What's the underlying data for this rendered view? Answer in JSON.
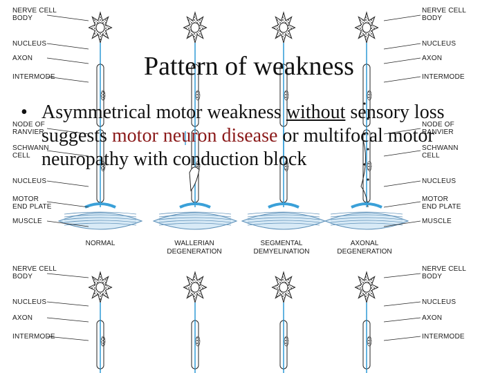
{
  "slide": {
    "title": "Pattern of weakness",
    "bullet_symbol": "•",
    "bullet": {
      "part1": "Asymmetrical motor weakness ",
      "part2_underlined": "without",
      "part3": " sensory loss suggests ",
      "part4_red": "motor neuron disease",
      "part5": " or multifocal motor neuropathy with conduction block"
    },
    "accent_color": "#8b1a1a"
  },
  "figure": {
    "left_labels_top": [
      "NERVE CELL",
      "BODY",
      "NUCLEUS",
      "AXON",
      "INTERMODE",
      "NODE OF",
      "RANVIER",
      "SCHWANN",
      "CELL",
      "NUCLEUS",
      "MOTOR",
      "END PLATE",
      "MUSCLE"
    ],
    "right_labels_top": [
      "NERVE CELL",
      "BODY",
      "NUCLEUS",
      "AXON",
      "INTERMODE",
      "NODE OF",
      "RANVIER",
      "SCHWANN",
      "CELL",
      "NUCLEUS",
      "MOTOR",
      "END PLATE",
      "MUSCLE"
    ],
    "captions": [
      {
        "line1": "NORMAL",
        "line2": ""
      },
      {
        "line1": "WALLERIAN",
        "line2": "DEGENERATION"
      },
      {
        "line1": "SEGMENTAL",
        "line2": "DEMYELINATION"
      },
      {
        "line1": "AXONAL",
        "line2": "DEGENERATION"
      }
    ],
    "left_labels_bottom": [
      "NERVE CELL",
      "BODY",
      "NUCLEUS",
      "AXON",
      "INTERMODE"
    ],
    "right_labels_bottom": [
      "NERVE CELL",
      "BODY",
      "NUCLEUS",
      "AXON",
      "INTERMODE"
    ],
    "axon_color": "#3aa0d8",
    "muscle_color": "#8fc3e6"
  }
}
